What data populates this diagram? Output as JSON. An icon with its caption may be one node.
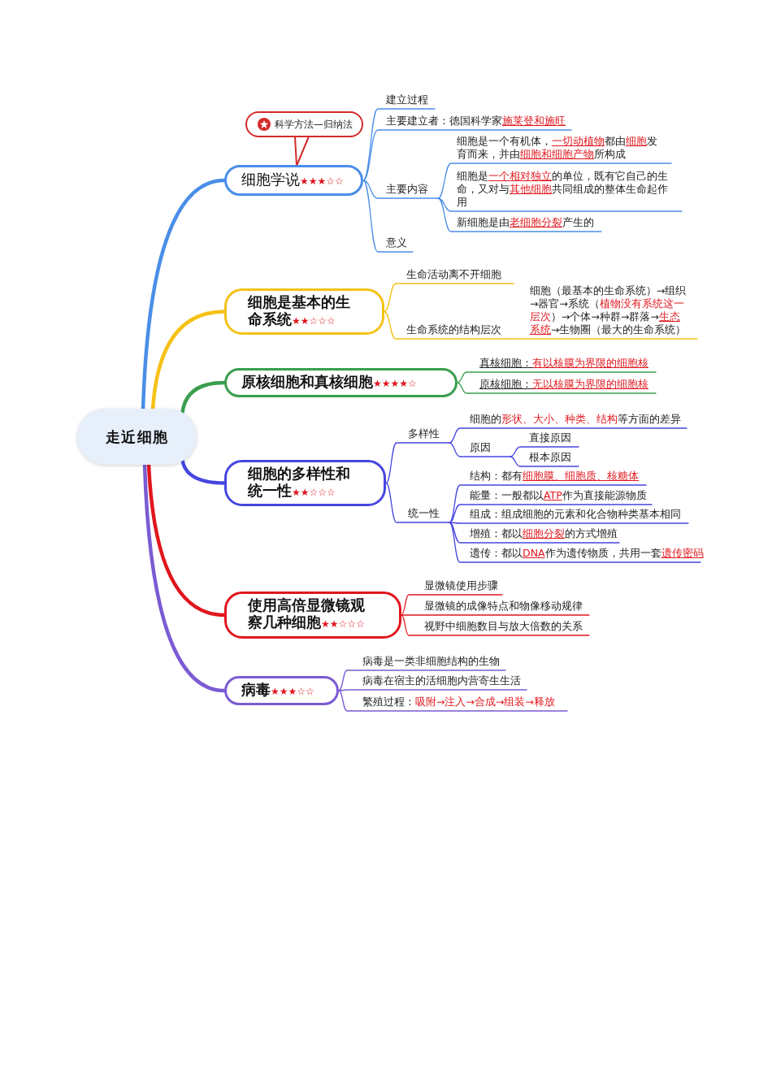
{
  "diagram": {
    "nodes": [
      {
        "text": [
          "走近细胞"
        ]
      },
      {
        "text": [
          "细胞学说",
          "★★★☆☆"
        ]
      },
      {
        "text": [
          "科学方法—归纳法"
        ]
      },
      {
        "text": [
          "建立过程"
        ]
      },
      {
        "text": [
          "主要建立者：德国科学家施莱登和施旺"
        ]
      },
      {
        "text": [
          "主要内容"
        ]
      },
      {
        "text": [
          "细胞是一个有机体，一切动植物都由细胞发育而来，并由细胞和细胞产物所构成"
        ]
      },
      {
        "text": [
          "细胞是一个相对独立的单位，既有它自己的生命，又对与其他细胞共同组成的整体生命起作用"
        ]
      },
      {
        "text": [
          "新细胞是由老细胞分裂产生的"
        ]
      },
      {
        "text": [
          "意义"
        ]
      },
      {
        "text": [
          "细胞是基本的生命系统",
          "★★☆☆☆"
        ]
      },
      {
        "text": [
          "生命活动离不开细胞"
        ]
      },
      {
        "text": [
          "生命系统的结构层次"
        ]
      },
      {
        "text": [
          "细胞（最基本的生命系统）→组织→器官→系统（植物没有系统这一层次）→个体→种群→群落→生态系统→生物圈（最大的生命系统）"
        ]
      },
      {
        "text": [
          "原核细胞和真核细胞",
          "★★★★☆"
        ]
      },
      {
        "text": [
          "真核细胞：有以核膜为界限的细胞核"
        ]
      },
      {
        "text": [
          "原核细胞：无以核膜为界限的细胞核"
        ]
      },
      {
        "text": [
          "细胞的多样性和统一性",
          "★★☆☆☆"
        ]
      },
      {
        "text": [
          "多样性"
        ]
      },
      {
        "text": [
          "细胞的形状、大小、种类、结构等方面的差异"
        ]
      },
      {
        "text": [
          "原因"
        ]
      },
      {
        "text": [
          "直接原因"
        ]
      },
      {
        "text": [
          "根本原因"
        ]
      },
      {
        "text": [
          "统一性"
        ]
      },
      {
        "text": [
          "结构：都有细胞膜、细胞质、核糖体"
        ]
      },
      {
        "text": [
          "能量：一般都以ATP作为直接能源物质"
        ]
      },
      {
        "text": [
          "组成：组成细胞的元素和化合物种类基本相同"
        ]
      },
      {
        "text": [
          "增殖：都以细胞分裂的方式增殖"
        ]
      },
      {
        "text": [
          "遗传：都以DNA作为遗传物质，共用一套遗传密码"
        ]
      },
      {
        "text": [
          "使用高倍显微镜观察几种细胞",
          "★★☆☆☆"
        ]
      },
      {
        "text": [
          "显微镜使用步骤"
        ]
      },
      {
        "text": [
          "显微镜的成像特点和物像移动规律"
        ]
      },
      {
        "text": [
          "视野中细胞数目与放大倍数的关系"
        ]
      },
      {
        "text": [
          "病毒",
          "★★★☆☆"
        ]
      },
      {
        "text": [
          "病毒是一类非细胞结构的生物"
        ]
      },
      {
        "text": [
          "病毒在宿主的活细胞内营寄生生活"
        ]
      },
      {
        "text": [
          "繁殖过程：吸附→注入→合成→组装→释放"
        ]
      }
    ],
    "edges": [
      {
        "from": 0,
        "to": 1,
        "arrow": "none",
        "style": "thick",
        "color": "#4a8ee8"
      },
      {
        "from": 2,
        "to": 1,
        "arrow": "none",
        "color": "#d42a2a"
      },
      {
        "from": 1,
        "to": 3,
        "arrow": "none",
        "color": "#4a8ee8"
      },
      {
        "from": 1,
        "to": 4,
        "arrow": "none",
        "color": "#4a8ee8"
      },
      {
        "from": 1,
        "to": 5,
        "arrow": "none",
        "color": "#4a8ee8"
      },
      {
        "from": 5,
        "to": 6,
        "arrow": "none",
        "color": "#4a8ee8"
      },
      {
        "from": 5,
        "to": 7,
        "arrow": "none",
        "color": "#4a8ee8"
      },
      {
        "from": 5,
        "to": 8,
        "arrow": "none",
        "color": "#4a8ee8"
      },
      {
        "from": 1,
        "to": 9,
        "arrow": "none",
        "color": "#4a8ee8"
      },
      {
        "from": 0,
        "to": 10,
        "arrow": "none",
        "style": "thick",
        "color": "#f5c116"
      },
      {
        "from": 10,
        "to": 11,
        "arrow": "none",
        "color": "#f5c116"
      },
      {
        "from": 10,
        "to": 12,
        "arrow": "none",
        "color": "#f5c116"
      },
      {
        "from": 12,
        "to": 13,
        "arrow": "none",
        "color": "#f5c116"
      },
      {
        "from": 0,
        "to": 14,
        "arrow": "none",
        "style": "thick",
        "color": "#3a9e4f"
      },
      {
        "from": 14,
        "to": 15,
        "arrow": "none",
        "color": "#3a9e4f"
      },
      {
        "from": 14,
        "to": 16,
        "arrow": "none",
        "color": "#3a9e4f"
      },
      {
        "from": 0,
        "to": 17,
        "arrow": "none",
        "style": "thick",
        "color": "#4646e0"
      },
      {
        "from": 17,
        "to": 18,
        "arrow": "none",
        "color": "#4646e0"
      },
      {
        "from": 18,
        "to": 19,
        "arrow": "none",
        "color": "#4646e0"
      },
      {
        "from": 18,
        "to": 20,
        "arrow": "none",
        "color": "#4646e0"
      },
      {
        "from": 20,
        "to": 21,
        "arrow": "none",
        "color": "#4646e0"
      },
      {
        "from": 20,
        "to": 22,
        "arrow": "none",
        "color": "#4646e0"
      },
      {
        "from": 17,
        "to": 23,
        "arrow": "none",
        "color": "#4646e0"
      },
      {
        "from": 23,
        "to": 24,
        "arrow": "none",
        "color": "#4646e0"
      },
      {
        "from": 23,
        "to": 25,
        "arrow": "none",
        "color": "#4646e0"
      },
      {
        "from": 23,
        "to": 26,
        "arrow": "none",
        "color": "#4646e0"
      },
      {
        "from": 23,
        "to": 27,
        "arrow": "none",
        "color": "#4646e0"
      },
      {
        "from": 23,
        "to": 28,
        "arrow": "none",
        "color": "#4646e0"
      },
      {
        "from": 0,
        "to": 29,
        "arrow": "none",
        "style": "thick",
        "color": "#e1161e"
      },
      {
        "from": 29,
        "to": 30,
        "arrow": "none",
        "color": "#e1161e"
      },
      {
        "from": 29,
        "to": 31,
        "arrow": "none",
        "color": "#e1161e"
      },
      {
        "from": 29,
        "to": 32,
        "arrow": "none",
        "color": "#e1161e"
      },
      {
        "from": 0,
        "to": 33,
        "arrow": "none",
        "style": "thick",
        "color": "#7b5bd3"
      },
      {
        "from": 33,
        "to": 34,
        "arrow": "none",
        "color": "#7b5bd3"
      },
      {
        "from": 33,
        "to": 35,
        "arrow": "none",
        "color": "#7b5bd3"
      },
      {
        "from": 33,
        "to": 36,
        "arrow": "none",
        "color": "#7b5bd3"
      }
    ]
  }
}
